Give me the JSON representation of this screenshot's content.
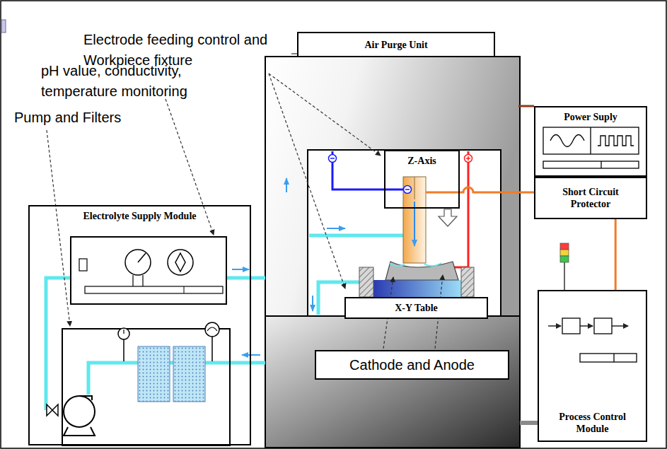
{
  "diagram": {
    "nodes": [
      {
        "text": [
          "Air Purge Unit"
        ]
      },
      {
        "text": [
          "Power Suply"
        ]
      },
      {
        "text": [
          "Short Circuit Protector"
        ]
      },
      {
        "text": [
          "Electrolyte Supply Module"
        ]
      },
      {
        "text": [
          "Z-Axis"
        ]
      },
      {
        "text": [
          "X-Y Table"
        ]
      },
      {
        "text": [
          "Cathode and Anode"
        ]
      },
      {
        "text": [
          "Process Control Module"
        ]
      }
    ],
    "edges": [
      {
        "from": 2,
        "to": 7,
        "arrow": "none"
      }
    ],
    "labels": [
      "Electrode feeding control and Workpiece fixture",
      "pH value, conductivity, temperature monitoring",
      "Pump and Filters"
    ]
  }
}
